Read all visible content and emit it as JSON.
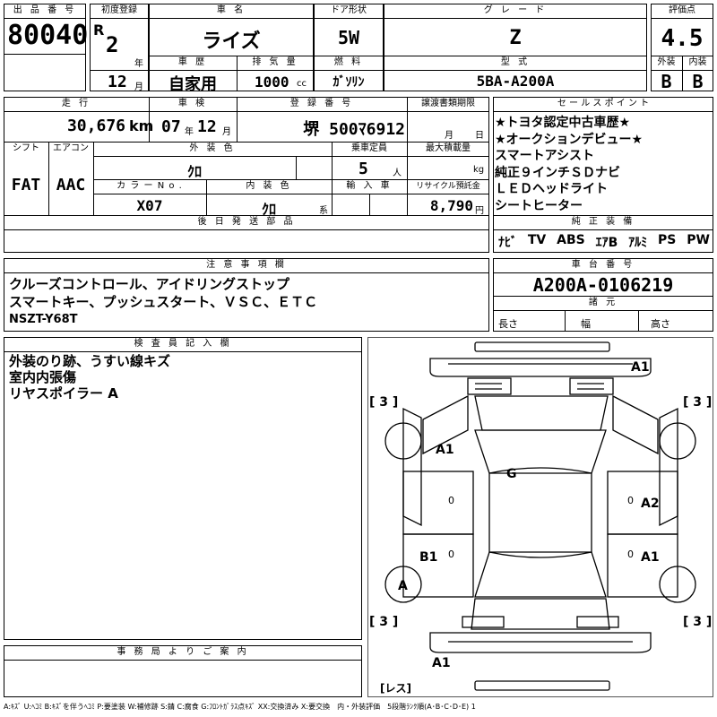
{
  "headers": {
    "lot_no": "出 品 番 号",
    "first_reg": "初度登録",
    "car_name": "車 名",
    "door": "ドア形状",
    "grade": "グ レ ー ド",
    "score": "評価点",
    "history": "車 歴",
    "displacement": "排 気 量",
    "fuel": "燃 料",
    "model": "型 式",
    "exterior": "外装",
    "interior": "内装",
    "mileage": "走 行",
    "inspection": "車 検",
    "reg_no": "登 録 番 号",
    "transfer_doc": "譲渡書類期限",
    "sales_points": "セ ー ル ス ポ イ ン ト",
    "shift": "シフト",
    "aircon": "エアコン",
    "ext_color": "外 装 色",
    "capacity": "乗車定員",
    "max_load": "最大積載量",
    "color_no": "カ ラ ー N o .",
    "int_color": "内 装 色",
    "import": "輸 入 車",
    "recycle": "リサイクル預託金",
    "later_parts": "後 日 発 送 部 品",
    "genuine_equip": "純 正 装 備",
    "notes": "注 意 事 項 欄",
    "chassis": "車 台 番 号",
    "specs": "諸 元",
    "inspector": "検 査 員 記 入 欄",
    "office": "事 務 局 よ り ご 案 内"
  },
  "lot_no": "80040",
  "era": "R",
  "year": "2",
  "year_unit": "年",
  "month": "12",
  "month_unit": "月",
  "car_name": "ライズ",
  "door": "5W",
  "grade": "Z",
  "score": "4.5",
  "history": "自家用",
  "displacement": "1000",
  "displacement_unit": "cc",
  "fuel": "ｶﾞｿﾘﾝ",
  "model": "5BA-A200A",
  "exterior_grade": "B",
  "interior_grade": "B",
  "mileage": "30,676",
  "mileage_unit": "km",
  "inspection_year": "07",
  "inspection_year_unit": "年",
  "inspection_month": "12",
  "inspection_month_unit": "月",
  "reg_no": "堺 500ﾏ6912",
  "transfer_month_unit": "月",
  "transfer_day_unit": "日",
  "sales_points": [
    "★トヨタ認定中古車歴★",
    "★オークションデビュー★",
    "スマートアシスト",
    "純正９インチＳＤナビ",
    "ＬＥＤヘッドライト",
    "シートヒーター"
  ],
  "shift": "FAT",
  "aircon": "AAC",
  "ext_color": "ｸﾛ",
  "capacity": "5",
  "capacity_unit": "人",
  "max_load_unit": "kg",
  "color_no": "X07",
  "int_color": "ｸﾛ",
  "int_color_unit": "系",
  "recycle": "8,790",
  "recycle_unit": "円",
  "genuine_equip": [
    "ﾅﾋﾞ",
    "TV",
    "ABS",
    "ｴｱB",
    "ｱﾙﾐ",
    "PS",
    "PW"
  ],
  "notes": [
    "クルーズコントロール、アイドリングストップ",
    "スマートキー、プッシュスタート、ＶＳＣ、ＥＴＣ",
    "NSZT-Y68T"
  ],
  "chassis_no": "A200A-0106219",
  "spec_length": "長さ",
  "spec_width": "幅",
  "spec_height": "高さ",
  "inspector_notes": [
    "外装のり跡、うすい線キズ",
    "室内内張傷",
    "リヤスポイラー A"
  ],
  "diagram_marks": {
    "roof_front": "A1",
    "left_front_fender": "A1",
    "windshield": "G",
    "right_front_door": "A2",
    "left_rear_door": "B1",
    "right_rear_door": "A1",
    "left_rear_wheel": "A",
    "rear_bumper": "A1",
    "tire_fl": "3",
    "tire_fr": "3",
    "tire_rl": "3",
    "tire_rr": "3",
    "rest": "レス",
    "door_fl": "0",
    "door_fr": "0",
    "door_rl": "0",
    "door_rr": "0"
  },
  "legend": "A:ｷｽﾞ U:ﾍｺﾐ B:ｷｽﾞを伴うﾍｺﾐ P:要塗装 W:補修跡 S:錆 C:腐食 G:ﾌﾛﾝﾄｶﾞﾗｽ点ｷｽﾞ XX:交換済み X:要交換　内・外装評価　5段階ﾗﾝｸ順(A･B･C･D･E) 1"
}
